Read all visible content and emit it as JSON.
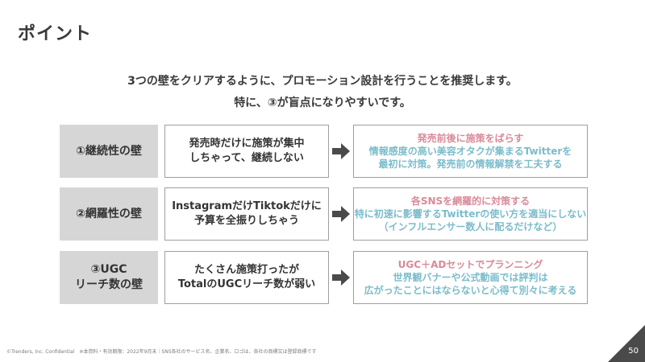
{
  "slide": {
    "title": "ポイント",
    "lead_line1": "3つの壁をクリアするように、プロモーション設計を行うことを推奨します。",
    "lead_line2": "特に、③が盲点になりやすいです。"
  },
  "rows": [
    {
      "wall": [
        "①継続性の壁"
      ],
      "issue": [
        "発売時だけに施策が集中",
        "しちゃって、継続しない"
      ],
      "solution_head": "発売前後に施策をばらす",
      "solution_body": [
        "情報感度の高い美容オタクが集まるTwitterを",
        "最初に対策。発売前の情報解禁を工夫する"
      ]
    },
    {
      "wall": [
        "②網羅性の壁"
      ],
      "issue": [
        "InstagramだけTiktokだけに",
        "予算を全振りしちゃう"
      ],
      "solution_head": "各SNSを網羅的に対策する",
      "solution_body": [
        "特に初速に影響するTwitterの使い方を適当にしない",
        "（インフルエンサー数人に配るだけなど）"
      ]
    },
    {
      "wall": [
        "③UGC",
        "リーチ数の壁"
      ],
      "issue": [
        "たくさん施策打ったが",
        "TotalのUGCリーチ数が弱い"
      ],
      "solution_head": "UGC＋ADセットでプランニング",
      "solution_body": [
        "世界観バナーや公式動画では評判は",
        "広がったことにはならないと心得て別々に考える"
      ]
    }
  ],
  "footer": {
    "text": "©Trenders, Inc. Confidential　※本資料・有効期限：2022年9月末｜SNS各社のサービス名、企業名、ロゴは、各社の商標又は登録商標です",
    "page_number": "50"
  },
  "colors": {
    "wall_bg": "#d6d6d6",
    "solution_head": "#d98a99",
    "solution_body": "#7bbccb",
    "arrow": "#4a4a4a",
    "corner": "#4a4a4a"
  },
  "icons": {
    "arrow": "right-arrow-icon"
  }
}
